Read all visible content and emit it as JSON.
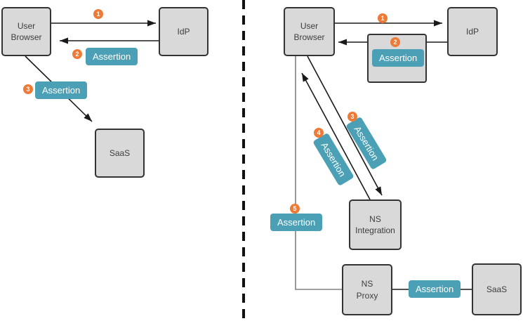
{
  "colors": {
    "badge_teal": "#4ba0b5",
    "step_orange": "#ee7a38",
    "node_fill": "#d9d9d9",
    "node_border": "#333333"
  },
  "left": {
    "nodes": {
      "user_browser": "User\nBrowser",
      "idp": "IdP",
      "saas": "SaaS"
    },
    "steps": {
      "s1": "1",
      "s2": "2",
      "s3": "3"
    },
    "badges": {
      "b2": "Assertion",
      "b3": "Assertion"
    }
  },
  "right": {
    "nodes": {
      "user_browser": "User\nBrowser",
      "idp": "IdP",
      "ns_integration": "NS\nIntegration",
      "ns_proxy": "NS\nProxy",
      "saas": "SaaS"
    },
    "steps": {
      "s1": "1",
      "s2": "2",
      "s3": "3",
      "s4": "4",
      "s5": "5"
    },
    "badges": {
      "b2": "Assertion",
      "b3": "Assertion",
      "b4": "Assertion",
      "b5": "Assertion",
      "b_proxy": "Assertion"
    }
  }
}
